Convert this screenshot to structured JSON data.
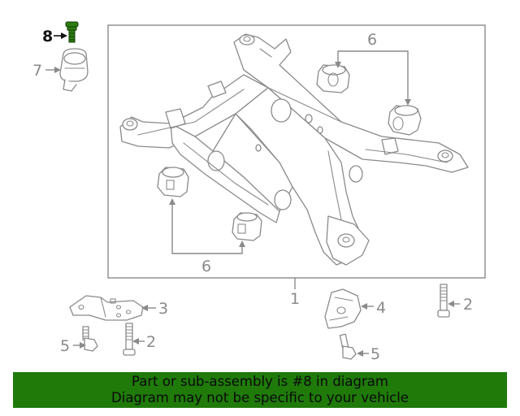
{
  "callouts": {
    "c1": "1",
    "c2a": "2",
    "c2b": "2",
    "c3": "3",
    "c4": "4",
    "c5a": "5",
    "c5b": "5",
    "c6a": "6",
    "c6b": "6",
    "c7": "7",
    "c8": "8"
  },
  "footer": {
    "line1": "Part or sub-assembly is #8 in diagram",
    "line2": "Diagram may not be specific to your vehicle"
  },
  "colors": {
    "linework": "#8a8a8a",
    "highlight_part": "#2e7d12",
    "footer_bg": "#1f7a0a"
  }
}
